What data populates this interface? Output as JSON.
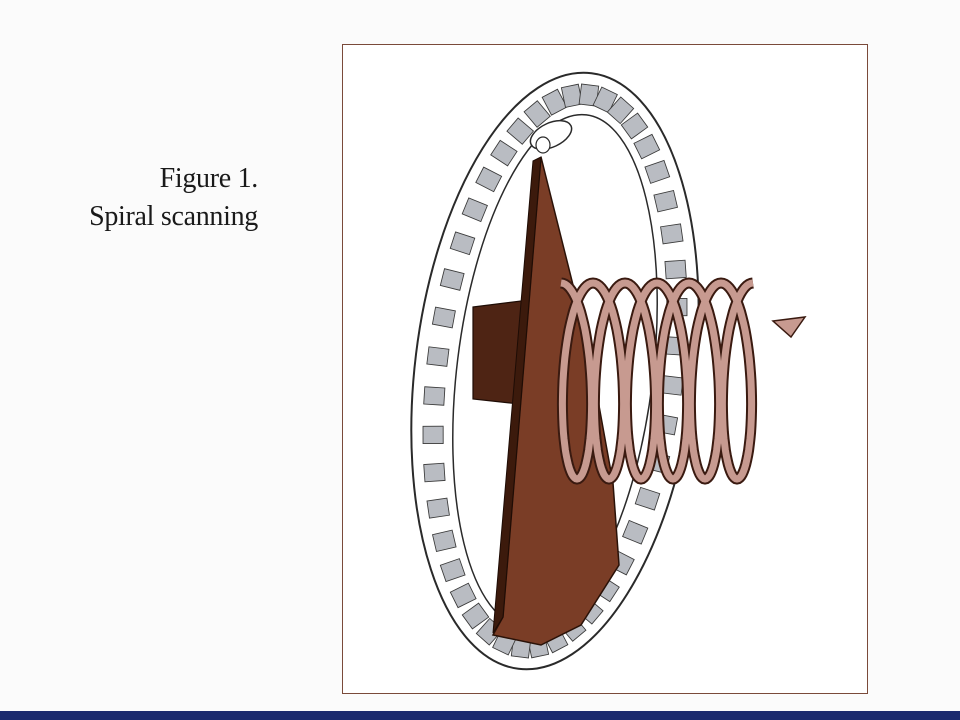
{
  "caption": {
    "line1": "Figure 1.",
    "line2": "Spiral scanning"
  },
  "colors": {
    "background": "#fbfbfb",
    "frame_border": "#7a4a3a",
    "table_brown": "#7a3d26",
    "table_dark": "#4e2414",
    "spiral_outer": "#c79a90",
    "spiral_inner": "#5a2818",
    "detector_fill": "#b9bcc2",
    "detector_edge": "#3a3a3a",
    "bottom_bar": "#1b2a6e"
  },
  "diagram": {
    "detector_count": 44,
    "spiral_turns": 6
  }
}
